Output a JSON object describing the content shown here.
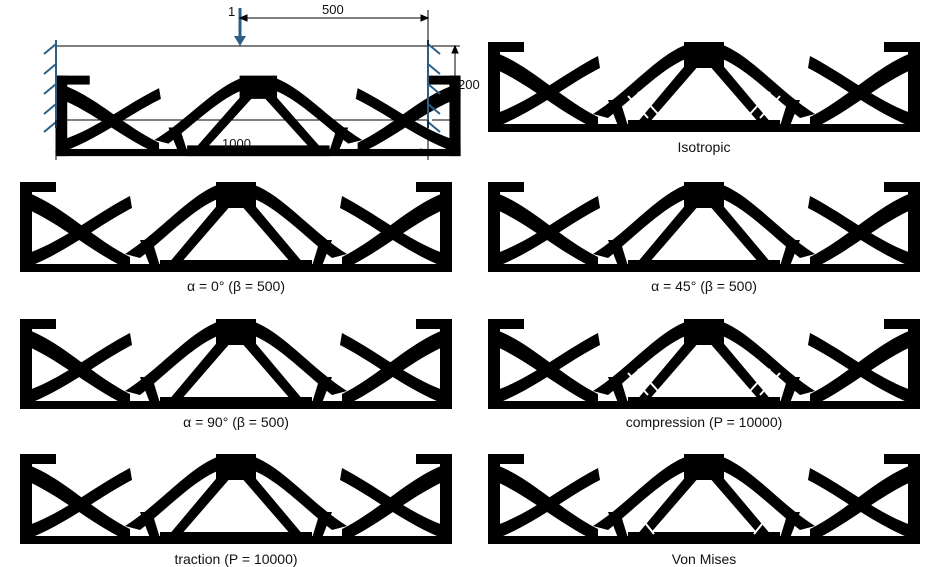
{
  "schematic": {
    "load_label": "1",
    "dim_load_position": "500",
    "dim_length": "1000",
    "dim_height": "200"
  },
  "panels": [
    {
      "id": "isotropic",
      "caption": "Isotropic",
      "style": "thin-struts"
    },
    {
      "id": "alpha0",
      "caption": "α = 0° (β = 500)",
      "style": "solid"
    },
    {
      "id": "alpha45",
      "caption": "α = 45° (β = 500)",
      "style": "solid"
    },
    {
      "id": "alpha90",
      "caption": "α = 90° (β = 500)",
      "style": "solid"
    },
    {
      "id": "compression",
      "caption": "compression (P = 10000)",
      "style": "thin-struts"
    },
    {
      "id": "traction",
      "caption": "traction (P = 10000)",
      "style": "solid"
    },
    {
      "id": "vonmises",
      "caption": "Von Mises",
      "style": "textured"
    }
  ],
  "colors": {
    "structure": "#000000",
    "wall_hatch": "#2b5f86",
    "load_arrow": "#2b5f86",
    "dim_line": "#000000"
  }
}
